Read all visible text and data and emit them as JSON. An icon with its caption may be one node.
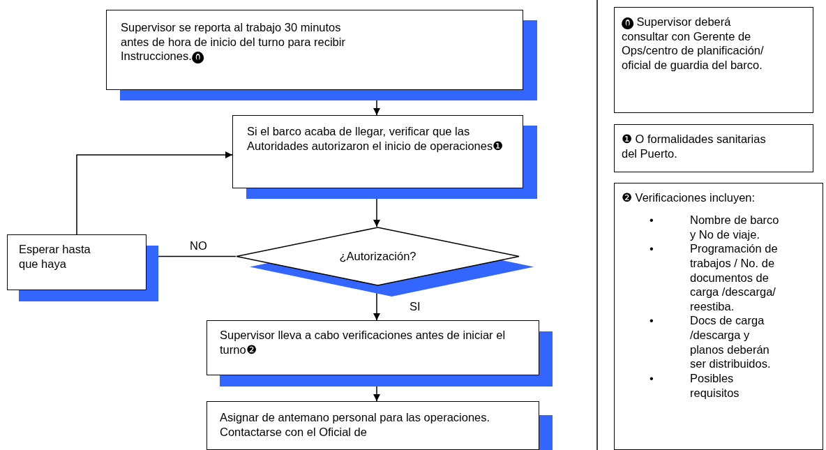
{
  "diagram": {
    "nodes": [
      {
        "text": [
          "Supervisor se reporta al trabajo 30 minutos antes de hora de inicio del turno para recibir Instrucciones.⓿"
        ]
      },
      {
        "text": [
          "Si el barco acaba de llegar, verificar que las Autoridades autorizaron el inicio de operaciones❶"
        ]
      },
      {
        "text": [
          "¿Autorización?"
        ]
      },
      {
        "text": [
          "Esperar hasta que haya"
        ]
      },
      {
        "text": [
          "Supervisor lleva a cabo verificaciones antes de iniciar el turno❷"
        ]
      },
      {
        "text": [
          "Asignar de antemano personal para las operaciones. Contactarse con el Oficial de"
        ]
      },
      {
        "text": [
          "⓿ Supervisor deberá consultar con Gerente de Ops/centro de planificación/ oficial de guardia del barco."
        ]
      },
      {
        "text": [
          "❶ O formalidades sanitarias del Puerto."
        ]
      },
      {
        "text": [
          "❷ Verificaciones incluyen:",
          "•",
          "Nombre de barco y No de viaje.",
          "•",
          "Programación de trabajos / No. de documentos de carga /descarga/ reestiba.",
          "•",
          "Docs de carga /descarga y planos deberán ser distribuidos.",
          "•",
          "Posibles requisitos"
        ]
      }
    ],
    "edges": [
      {
        "from": 0,
        "to": 1,
        "arrow": "to"
      },
      {
        "from": 1,
        "to": 2,
        "arrow": "to"
      },
      {
        "from": 2,
        "to": 3,
        "arrow": "to",
        "label": "NO"
      },
      {
        "from": 3,
        "to": 1,
        "arrow": "to"
      },
      {
        "from": 2,
        "to": 4,
        "arrow": "to",
        "label": "SI"
      },
      {
        "from": 4,
        "to": 5,
        "arrow": "to"
      }
    ]
  }
}
